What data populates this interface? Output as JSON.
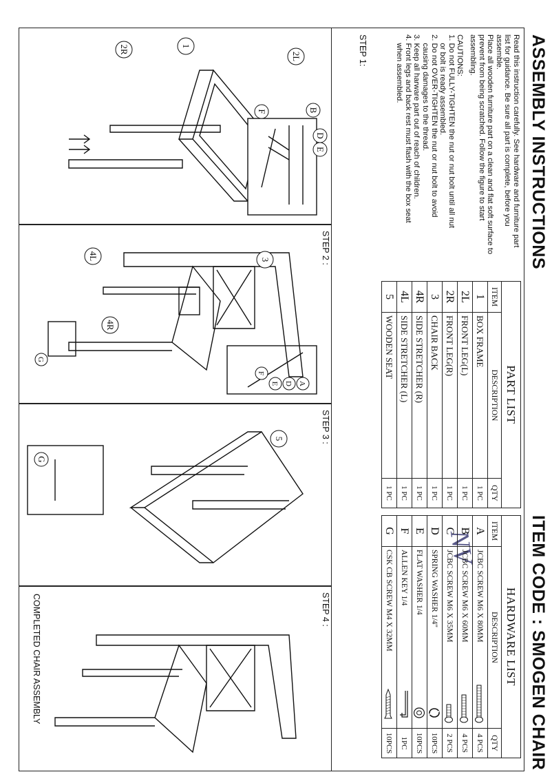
{
  "header": {
    "title": "ASSEMBLY INSTRUCTIONS",
    "item_code": "ITEM CODE : SMOGEN CHAIR",
    "handwritten_note": "NV"
  },
  "instructions": {
    "lines": [
      "Read this instruction carefully. See hardware and furniture part",
      "list for guidance. Be sure all part is complete, before you",
      "assemble.",
      "Place all wooden furniture part on a clean and flat soft surface to",
      "prevent from being scratched. Follow the figure to start",
      "assembling."
    ],
    "cautions_title": "CAUTIONS:",
    "cautions": [
      "1. Do not FULLY-TIGHTEN the nut or nut bolt until all nut",
      "    or bolt is ready assembled.",
      "2. Do not OVER-TIGHTEN the nut or nut bolt to  avoid",
      "    causing damages to the thread.",
      "3. Keep all harware part out of reach of children.",
      "4. Front legs and back rest must flash with the box seat",
      "    when assembled."
    ]
  },
  "part_list": {
    "title": "PART LIST",
    "headers": {
      "item": "ITEM",
      "description": "DESCRIPTION",
      "qty": "QTY"
    },
    "rows": [
      {
        "item": "1",
        "description": "BOX FRAME",
        "qty": "1 PC"
      },
      {
        "item": "2L",
        "description": "FRONT LEG(L)",
        "qty": "1 PC"
      },
      {
        "item": "2R",
        "description": "FRONT LEG(R)",
        "qty": "1 PC"
      },
      {
        "item": "3",
        "description": "CHAIR BACK",
        "qty": "1 PC"
      },
      {
        "item": "4R",
        "description": "SIDE STRETCHER (R)",
        "qty": "1 PC"
      },
      {
        "item": "4L",
        "description": "SIDE STRETCHER (L)",
        "qty": "1 PC"
      },
      {
        "item": "5",
        "description": "WOODEN SEAT",
        "qty": "1 PC"
      }
    ]
  },
  "hardware_list": {
    "title": "HARDWARE LIST",
    "headers": {
      "item": "ITEM",
      "description": "DESCRIPTION",
      "qty": "QTY"
    },
    "rows": [
      {
        "item": "A",
        "description": "JCBC SCREW M6 X 80MM",
        "qty": "4 PCS",
        "icon": "long-bolt-icon"
      },
      {
        "item": "B",
        "description": "JCBC SCREW M6 X 60MM",
        "qty": "4 PCS",
        "icon": "medium-bolt-icon"
      },
      {
        "item": "C",
        "description": "JCBC SCREW M6 X 35MM",
        "qty": "2 PCS",
        "icon": "short-bolt-icon"
      },
      {
        "item": "D",
        "description": "SPRING WASHER 1/4\"",
        "qty": "10PCS",
        "icon": "spring-washer-icon"
      },
      {
        "item": "E",
        "description": "FLAT WASHER 1/4",
        "qty": "10PCS",
        "icon": "flat-washer-icon"
      },
      {
        "item": "F",
        "description": "ALLEN KEY 1/4",
        "qty": "1PC",
        "icon": "allen-key-icon"
      },
      {
        "item": "G",
        "description": "CSK CB SCREW M4 X 32MM",
        "qty": "10PCS",
        "icon": "wood-screw-icon"
      }
    ]
  },
  "steps": [
    {
      "label": "STEP 1:",
      "callouts": [
        "1",
        "2L",
        "2R",
        "B",
        "D",
        "E",
        "F"
      ]
    },
    {
      "label": "STEP 2 :",
      "callouts": [
        "3",
        "4L",
        "4R",
        "A",
        "D",
        "E",
        "F",
        "G"
      ]
    },
    {
      "label": "STEP 3 :",
      "callouts": [
        "5",
        "G"
      ]
    },
    {
      "label": "STEP 4 :",
      "callouts": []
    }
  ],
  "completed_label": "COMPLETED CHAIR ASSEMBLY"
}
